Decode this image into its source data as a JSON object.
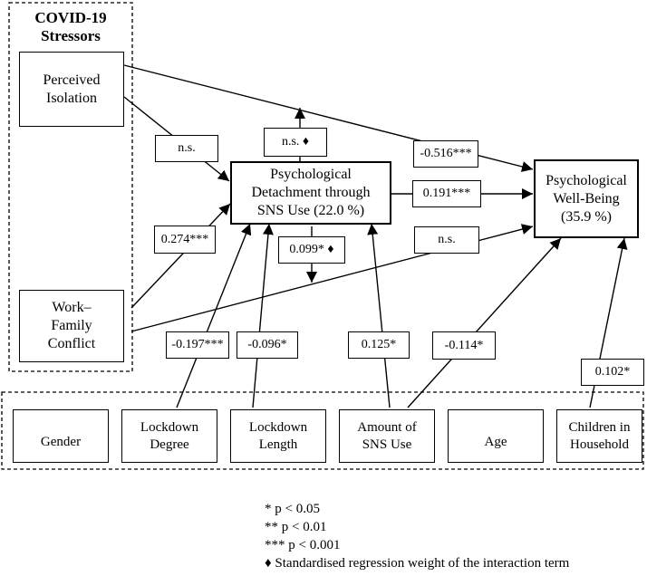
{
  "group": {
    "title": "COVID-19\nStressors"
  },
  "nodes": {
    "perceived_isolation": "Perceived\nIsolation",
    "work_family_conflict": "Work–\nFamily\nConflict",
    "detachment": "Psychological\nDetachment through\nSNS Use  (22.0 %)",
    "wellbeing": "Psychological\nWell-Being\n(35.9 %)"
  },
  "controls": [
    "Gender",
    "Lockdown\nDegree",
    "Lockdown\nLength",
    "Amount of\nSNS Use",
    "Age",
    "Children in\nHousehold"
  ],
  "paths": {
    "isolation_to_detachment": "n.s.",
    "isolation_to_wellbeing": "-0.516***",
    "isolation_moderation": "n.s. ♦",
    "conflict_to_detachment": "0.274***",
    "conflict_moderation": "0.099* ♦",
    "detachment_to_wellbeing": "0.191***",
    "conflict_to_wellbeing": "n.s.",
    "degree_to_detachment": "-0.197***",
    "length_to_detachment": "-0.096*",
    "sns_to_detachment": "0.125*",
    "sns_to_wellbeing": "-0.114*",
    "children_to_wellbeing": "0.102*"
  },
  "legend": [
    "*    p < 0.05",
    "**  p < 0.01",
    "*** p < 0.001",
    "♦ Standardised regression weight of the interaction term"
  ]
}
